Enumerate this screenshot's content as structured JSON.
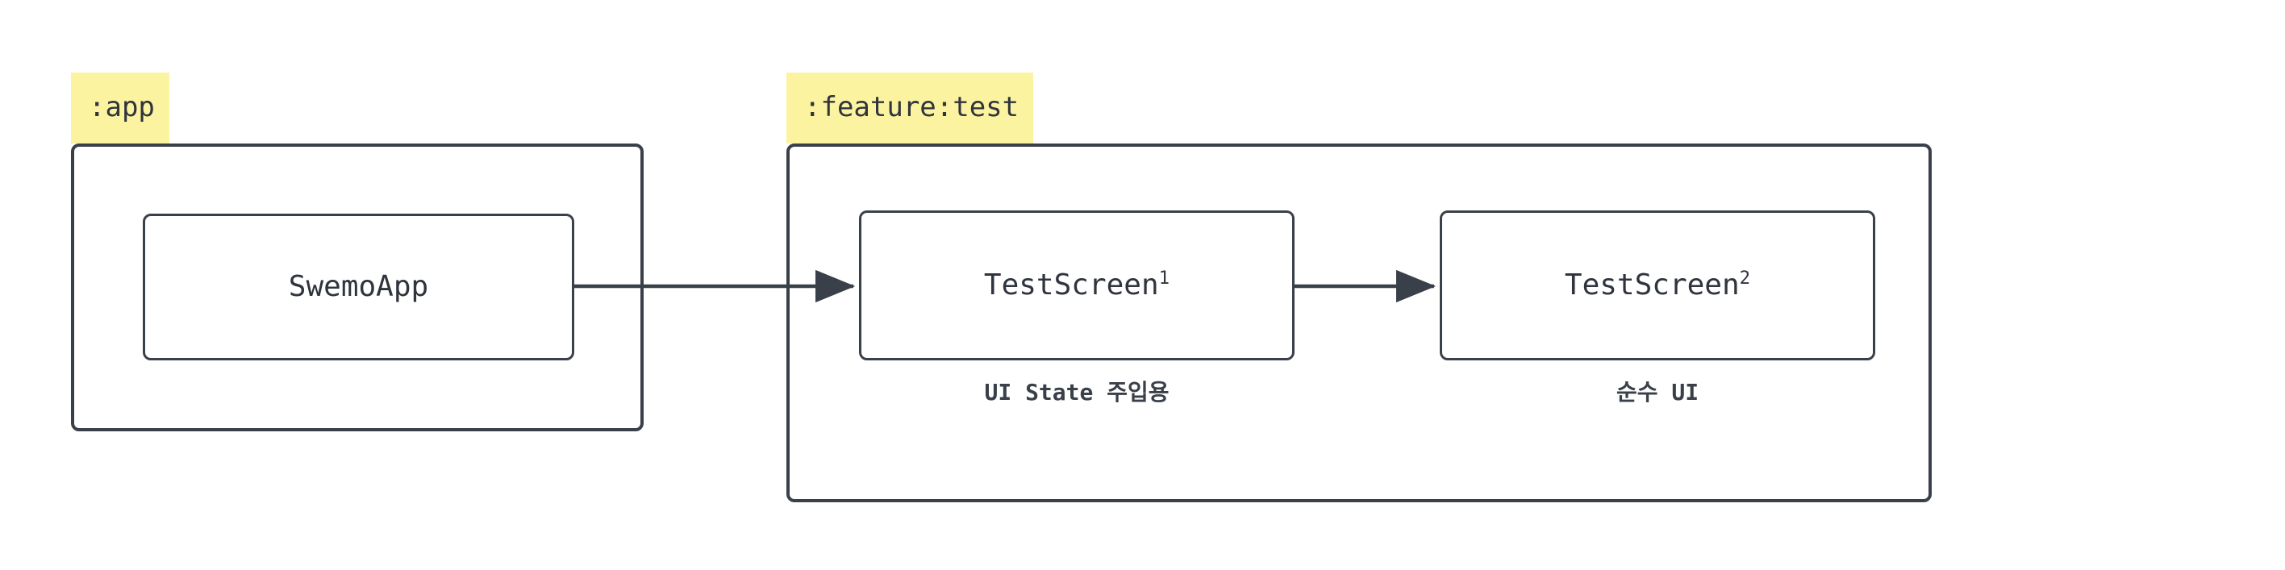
{
  "diagram": {
    "type": "module-dependency-graph",
    "background_color": "#ffffff",
    "line_color": "#3a4049",
    "tag_highlight_color": "#fcf3a0",
    "text_color": "#2f343d",
    "modules": [
      {
        "id": "app",
        "tag_label": ":app",
        "nodes": [
          {
            "id": "swemoapp",
            "label": "SwemoApp",
            "superscript": "",
            "caption": ""
          }
        ]
      },
      {
        "id": "feature-test",
        "tag_label": ":feature:test",
        "nodes": [
          {
            "id": "testscreen-1",
            "label": "TestScreen",
            "superscript": "1",
            "caption": "UI State 주입용"
          },
          {
            "id": "testscreen-2",
            "label": "TestScreen",
            "superscript": "2",
            "caption": "순수 UI"
          }
        ]
      }
    ],
    "edges": [
      {
        "from": "swemoapp",
        "to": "testscreen-1",
        "style": "solid",
        "arrowhead": "filled-triangle"
      },
      {
        "from": "testscreen-1",
        "to": "testscreen-2",
        "style": "solid",
        "arrowhead": "filled-triangle"
      }
    ]
  }
}
